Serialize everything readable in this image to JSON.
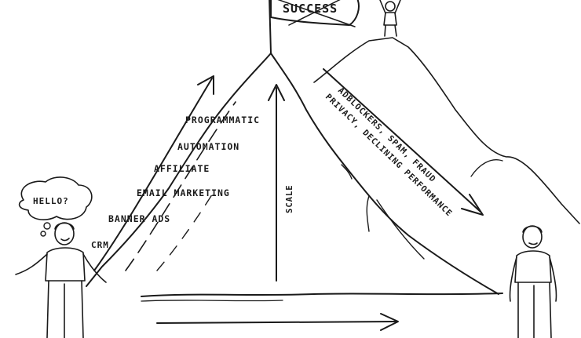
{
  "flag": {
    "text": "SUCCESS"
  },
  "bubble": {
    "text": "HELLO?"
  },
  "channels": [
    "PROGRAMMATIC",
    "AUTOMATION",
    "AFFILIATE",
    "EMAIL MARKETING",
    "BANNER ADS",
    "CRM"
  ],
  "scale_label": "SCALE",
  "obstacles": {
    "line1": "ADBLOCKERS, SPAM, FRAUD",
    "line2": "PRIVACY, DECLINING PERFORMANCE"
  },
  "colors": {
    "ink": "#1a1a1a",
    "skin": "#ffffff"
  }
}
